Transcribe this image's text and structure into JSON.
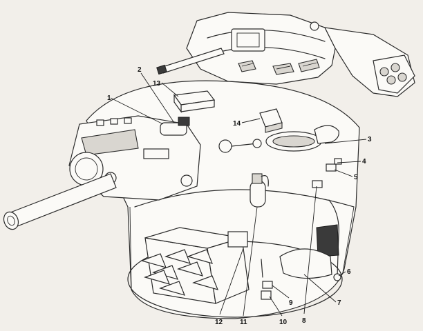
{
  "callouts": [
    {
      "id": "c1",
      "label": "1"
    },
    {
      "id": "c2",
      "label": "2"
    },
    {
      "id": "c3",
      "label": "3"
    },
    {
      "id": "c4",
      "label": "4"
    },
    {
      "id": "c5",
      "label": "5"
    },
    {
      "id": "c6",
      "label": "6"
    },
    {
      "id": "c7",
      "label": "7"
    },
    {
      "id": "c8",
      "label": "8"
    },
    {
      "id": "c9",
      "label": "9"
    },
    {
      "id": "c10",
      "label": "10"
    },
    {
      "id": "c11",
      "label": "11"
    },
    {
      "id": "c12",
      "label": "12"
    },
    {
      "id": "c13",
      "label": "13"
    },
    {
      "id": "c14",
      "label": "14"
    }
  ],
  "colors": {
    "paper": "#f2efea",
    "ink": "#2a2a2a"
  }
}
